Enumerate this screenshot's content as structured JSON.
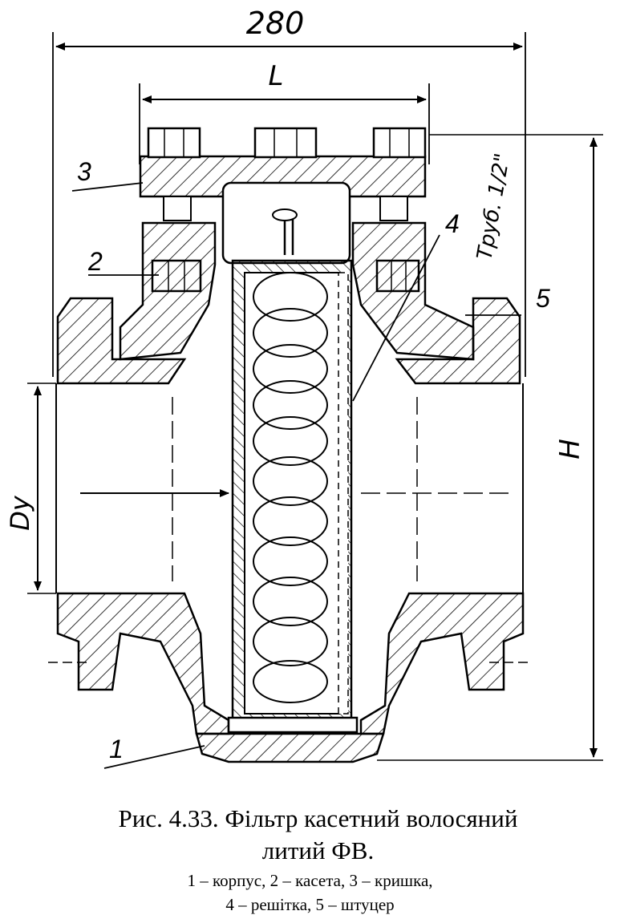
{
  "dimensions": {
    "width": "280",
    "length": "L",
    "height": "H",
    "nominal_diameter": "Dy",
    "pipe_thread": "Труб. 1/2\""
  },
  "callouts": [
    "1",
    "2",
    "3",
    "4",
    "5"
  ],
  "caption": {
    "title": "Рис. 4.33. Фільтр касетний волосяний",
    "subtitle": "литий ФВ.",
    "legend_line1": "1 – корпус, 2 – касета, 3 – кришка,",
    "legend_line2": "4 – решітка, 5 – штуцер"
  }
}
